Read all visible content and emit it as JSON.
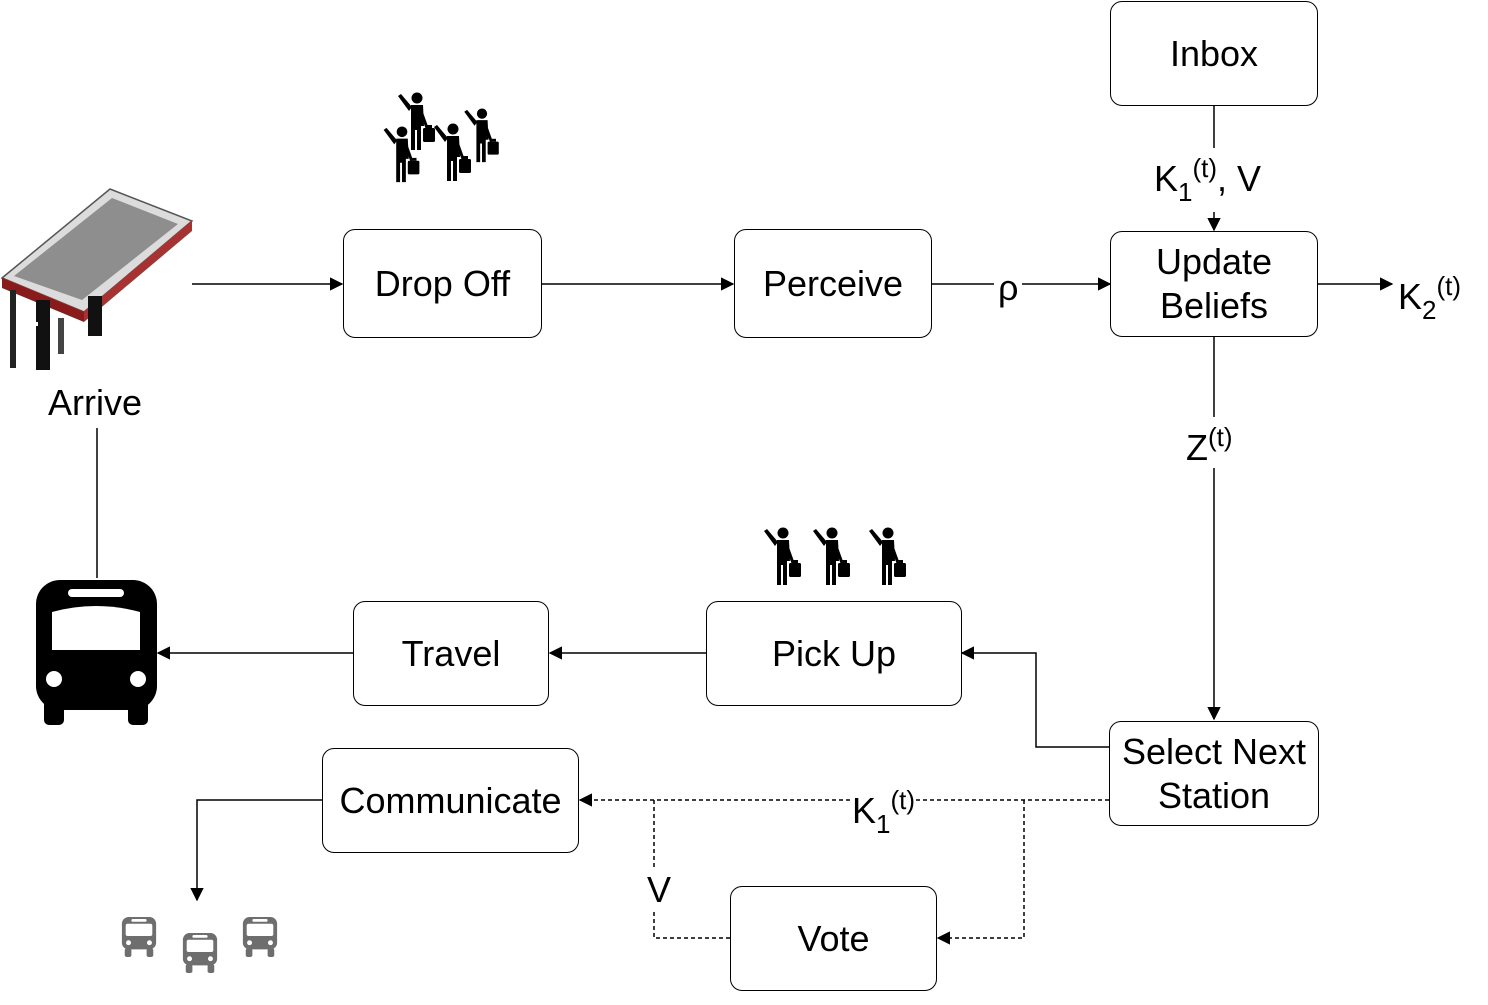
{
  "nodes": {
    "inbox": "Inbox",
    "drop_off": "Drop Off",
    "perceive": "Perceive",
    "update_beliefs_line1": "Update",
    "update_beliefs_line2": "Beliefs",
    "travel": "Travel",
    "pick_up": "Pick Up",
    "select_next_station_line1": "Select Next",
    "select_next_station_line2": "Station",
    "communicate": "Communicate",
    "vote": "Vote",
    "arrive": "Arrive"
  },
  "edge_labels": {
    "inbox_to_update": {
      "base": "K",
      "sub": "1",
      "sup": "(t)",
      "suffix": ", V"
    },
    "rho": "ρ",
    "k2_out": {
      "base": "K",
      "sub": "2",
      "sup": "(t)"
    },
    "z": {
      "base": "Z",
      "sup": "(t)"
    },
    "k1_dashed": {
      "base": "K",
      "sub": "1",
      "sup": "(t)"
    },
    "v_dashed": "V"
  },
  "icons": {
    "bus_stop": "bus-stop-icon",
    "bus": "bus-icon",
    "passengers_top": "passenger-group-icon",
    "passengers_pickup": "passenger-group-icon",
    "other_buses": "small-bus-icon"
  },
  "colors": {
    "stroke": "#000000",
    "bus_stop_roof": "#8e8e8e",
    "bus_stop_trim": "#8b1a1a",
    "small_bus": "#6e6e6e"
  }
}
